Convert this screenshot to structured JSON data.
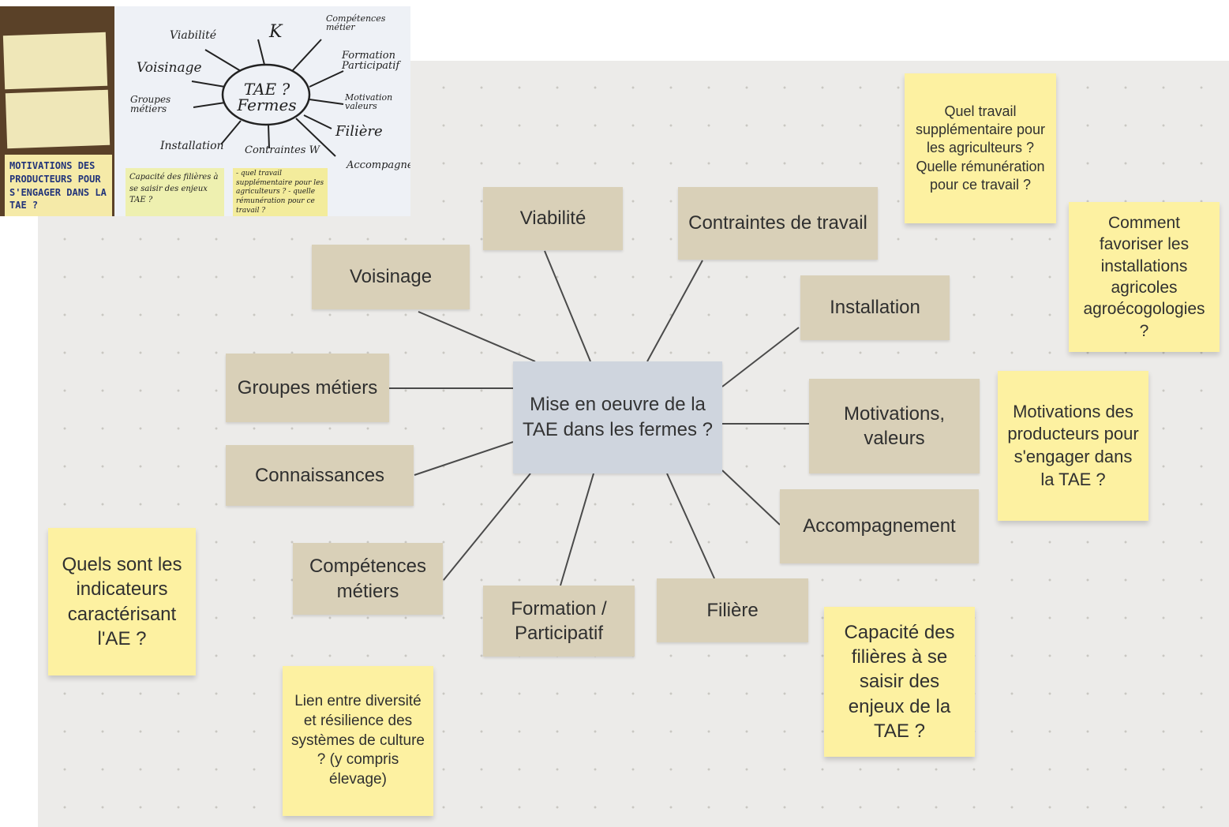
{
  "colors": {
    "board_background": "#ecebe9",
    "topic_node": "#d9d0b8",
    "center_node": "#cfd5de",
    "sticky_note": "#fdf1a1",
    "connector": "#4a4a4a"
  },
  "mindmap": {
    "center": "Mise en oeuvre de la TAE dans les fermes ?",
    "topics": {
      "viabilite": "Viabilité",
      "contraintes": "Contraintes de travail",
      "voisinage": "Voisinage",
      "installation": "Installation",
      "groupes": "Groupes métiers",
      "motivations": "Motivations, valeurs",
      "connaissances": "Connaissances",
      "accompagnement": "Accompagnement",
      "competences": "Compétences métiers",
      "formation": "Formation / Participatif",
      "filiere": "Filière"
    }
  },
  "sticky_notes": {
    "travail": "Quel travail supplémentaire pour les agriculteurs ? Quelle rémunération pour ce travail ?",
    "installations": "Comment favoriser les installations agricoles agroécogologies ?",
    "motivations": "Motivations des producteurs pour s'engager dans la TAE ?",
    "capacite": "Capacité des filières à se saisir des enjeux de la TAE ?",
    "indicateurs": "Quels sont les indicateurs caractérisant l'AE ?",
    "diversite": "Lien entre diversité et résilience des systèmes de culture ? (y compris élevage)"
  },
  "photo": {
    "center": "TAE ? Fermes",
    "viabilite": "Viabilité",
    "k": "K",
    "competences": "Compétences métier",
    "voisinage": "Voisinage",
    "groupes": "Groupes métiers",
    "formation": "Formation Participatif",
    "motivation": "Motivation valeurs",
    "filiere": "Filière",
    "installation": "Installation",
    "contraintes": "Contraintes W",
    "accompagnement": "Accompagnement",
    "card_motivations": "MOTIVATIONS DES PRODUCTEURS POUR S'ENGAGER DANS LA TAE ?",
    "card_capacite": "Capacité des filières à se saisir des enjeux TAE ?",
    "card_travail": "- quel travail supplémentaire pour les agriculteurs ? - quelle rémunération pour ce travail ?"
  }
}
